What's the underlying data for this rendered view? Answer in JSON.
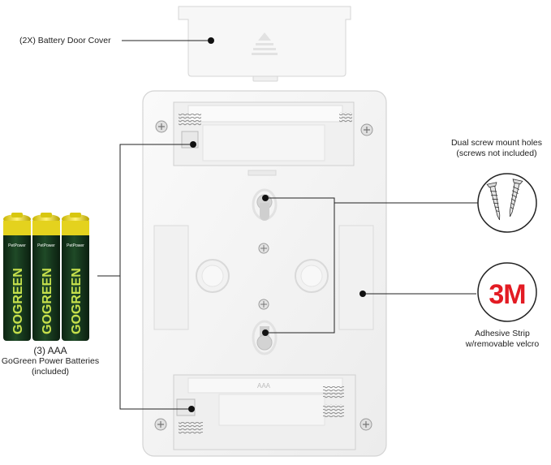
{
  "callouts": {
    "battery_cover": "(2X) Battery Door Cover",
    "screw_holes_line1": "Dual screw mount holes",
    "screw_holes_line2": "(screws not included)",
    "adhesive_line1": "Adhesive Strip",
    "adhesive_line2": "w/removable velcro",
    "batteries_line1": "(3) AAA",
    "batteries_line2": "GoGreen Power Batteries",
    "batteries_line3": "(included)"
  },
  "battery_brand": {
    "badge": "PetPower",
    "text_top": "GO",
    "text_bottom": "GREEN"
  },
  "tape_logo": "3M",
  "compartment_label": "AAA",
  "colors": {
    "device_white": "#f4f4f4",
    "device_edge": "#d9d9d9",
    "battery_body": "#16351d",
    "battery_yellow": "#f0df2a",
    "battery_green_text": "#c6e04c",
    "logo_red": "#e31b23",
    "leader_line": "#222222"
  }
}
